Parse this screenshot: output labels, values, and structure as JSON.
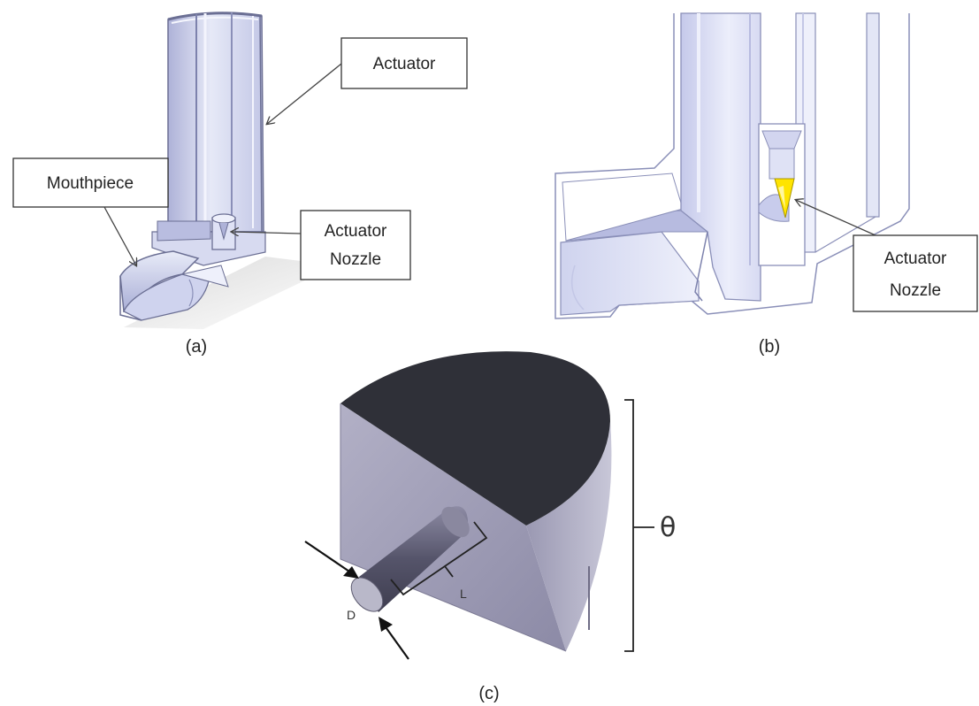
{
  "panels": {
    "a": {
      "caption": "(a)",
      "labels": {
        "actuator": "Actuator",
        "mouthpiece": "Mouthpiece",
        "nozzle_line1": "Actuator",
        "nozzle_line2": "Nozzle"
      }
    },
    "b": {
      "caption": "(b)",
      "labels": {
        "nozzle_line1": "Actuator",
        "nozzle_line2": "Nozzle"
      }
    },
    "c": {
      "caption": "(c)",
      "labels": {
        "diameter": "D",
        "length": "L",
        "angle": "θ"
      }
    }
  },
  "colors": {
    "body_light": "#e4e7f6",
    "body_mid": "#b9bde0",
    "body_dark": "#8e93c2",
    "outline": "#6b6f94",
    "nozzle_highlight": "#ffe400",
    "cap_dark": "#2f3038",
    "block_face": "#9a98b2"
  }
}
